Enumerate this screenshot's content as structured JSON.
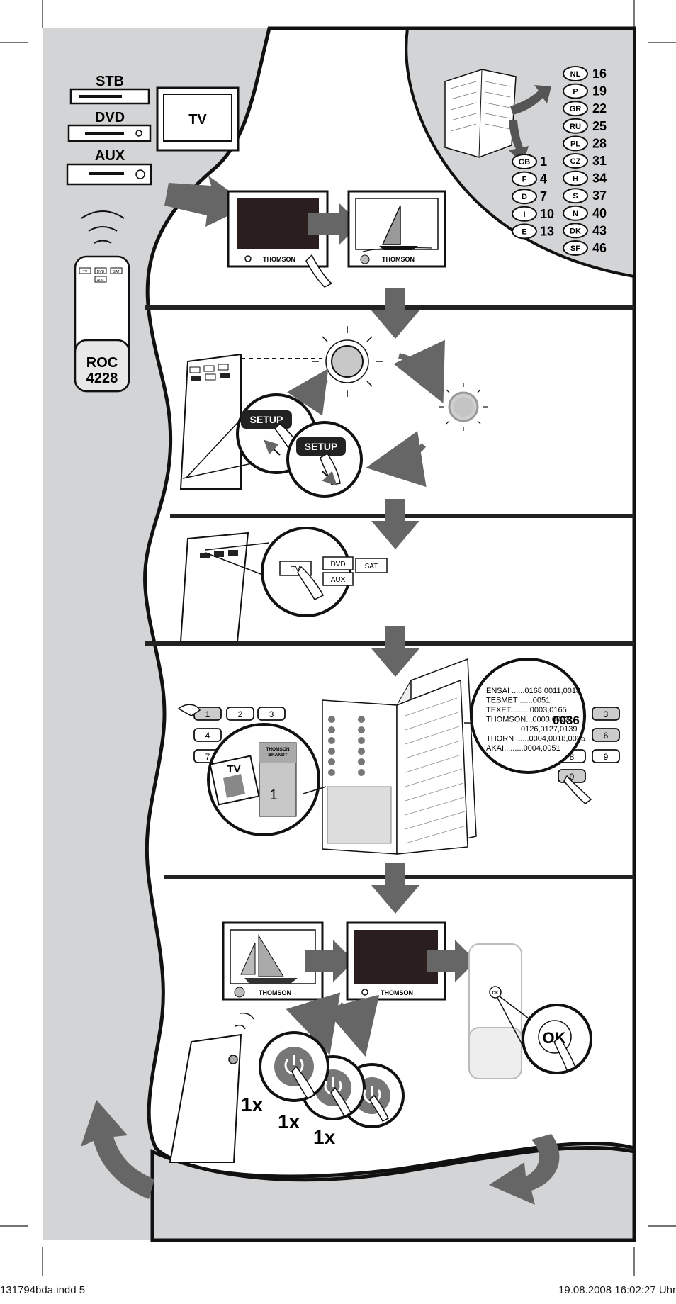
{
  "devices": {
    "stb": "STB",
    "dvd": "DVD",
    "aux": "AUX",
    "tv": "TV"
  },
  "remote": {
    "tabs": [
      "TV",
      "DVD",
      "SAT",
      "AUX"
    ],
    "model_line1": "ROC",
    "model_line2": "4228"
  },
  "tv_brand": "THOMSON",
  "languages": {
    "left": [
      {
        "code": "GB",
        "page": "1"
      },
      {
        "code": "F",
        "page": "4"
      },
      {
        "code": "D",
        "page": "7"
      },
      {
        "code": "I",
        "page": "10"
      },
      {
        "code": "E",
        "page": "13"
      }
    ],
    "right": [
      {
        "code": "NL",
        "page": "16"
      },
      {
        "code": "P",
        "page": "19"
      },
      {
        "code": "GR",
        "page": "22"
      },
      {
        "code": "RU",
        "page": "25"
      },
      {
        "code": "PL",
        "page": "28"
      },
      {
        "code": "CZ",
        "page": "31"
      },
      {
        "code": "H",
        "page": "34"
      },
      {
        "code": "S",
        "page": "37"
      },
      {
        "code": "N",
        "page": "40"
      },
      {
        "code": "DK",
        "page": "43"
      },
      {
        "code": "SF",
        "page": "46"
      }
    ]
  },
  "step2": {
    "setup_label": "SETUP"
  },
  "step3": {
    "tv": "TV",
    "dvd": "DVD",
    "sat": "SAT",
    "aux": "AUX"
  },
  "step4": {
    "keypad_left": [
      "1",
      "2",
      "3",
      "4",
      "7"
    ],
    "keypad_right": [
      "3",
      "6",
      "8",
      "9",
      "0"
    ],
    "brand_line1": "THOMSON",
    "brand_line2": "BRANDT",
    "tv_label": "TV",
    "digit": "1",
    "codes": [
      "ENSAI ......0168,0011,0018",
      "TESMET ......0051",
      "TEXET.........0003,0165",
      "THOMSON...0003,0022",
      "0126,0127,0139",
      "THORN ......0004,0018,0035",
      "AKAI.........0004,0051"
    ],
    "highlight_code": "0036"
  },
  "step5": {
    "press_labels": [
      "1x",
      "1x",
      "1x"
    ],
    "ok_label": "OK"
  },
  "footer": {
    "file": "131794bda.indd   5",
    "timestamp": "19.08.2008   16:02:27 Uhr"
  }
}
